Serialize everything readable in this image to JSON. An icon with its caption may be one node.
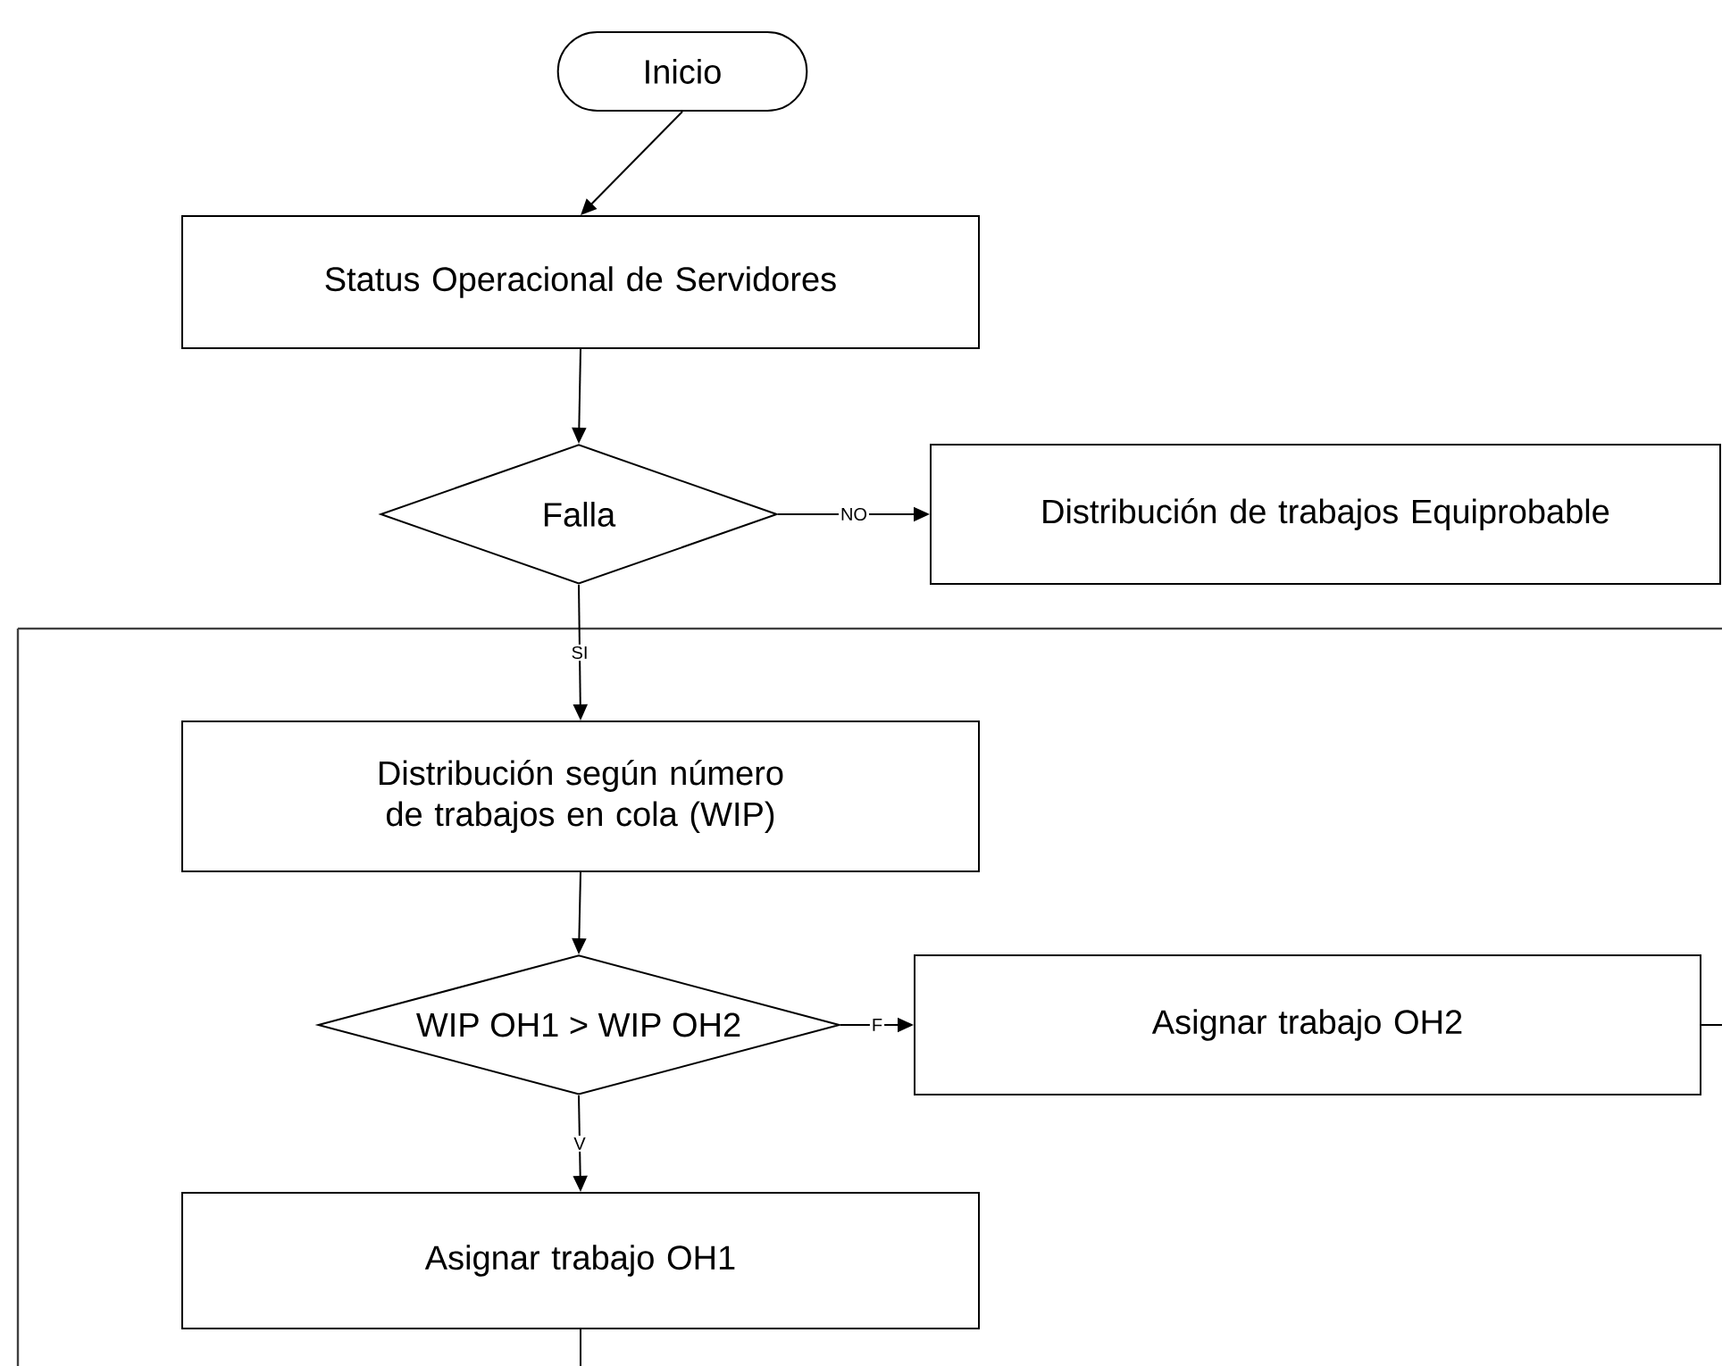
{
  "diagram": {
    "nodes": [
      {
        "text": [
          "Inicio"
        ]
      },
      {
        "text": [
          "Status Operacional de Servidores"
        ]
      },
      {
        "text": [
          "Falla"
        ]
      },
      {
        "text": [
          "Distribución de trabajos Equiprobable"
        ]
      },
      {
        "text": [
          "Distribución según número de trabajos en cola (WIP)"
        ]
      },
      {
        "text": [
          "WIP OH1 > WIP OH2"
        ]
      },
      {
        "text": [
          "Asignar trabajo OH2"
        ]
      },
      {
        "text": [
          "Asignar trabajo OH1"
        ]
      }
    ],
    "edges": [
      {
        "from": 0,
        "to": 1,
        "arrow": "to"
      },
      {
        "from": 1,
        "to": 2,
        "arrow": "to"
      },
      {
        "from": 2,
        "to": 3,
        "arrow": "to",
        "label": "NO"
      },
      {
        "from": 2,
        "to": 4,
        "arrow": "to",
        "label": "SI"
      },
      {
        "from": 4,
        "to": 5,
        "arrow": "to"
      },
      {
        "from": 5,
        "to": 6,
        "arrow": "to",
        "label": "F"
      },
      {
        "from": 5,
        "to": 7,
        "arrow": "to",
        "label": "V"
      },
      {
        "from": 6,
        "to": null,
        "arrow": "none"
      },
      {
        "from": 7,
        "to": null,
        "arrow": "none"
      }
    ]
  }
}
